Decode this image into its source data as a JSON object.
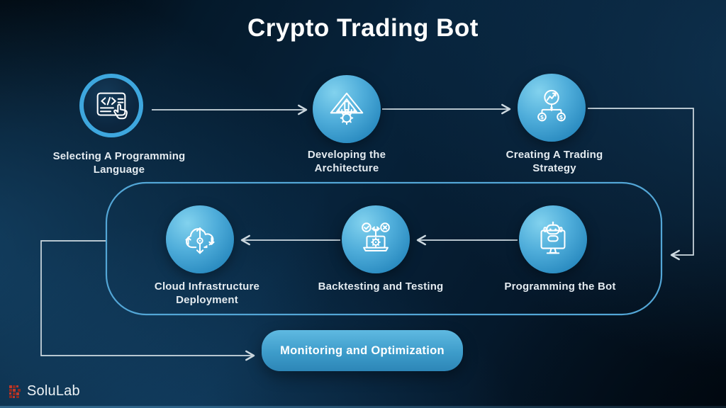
{
  "title": "Crypto Trading Bot",
  "brand": {
    "name": "SoluLab",
    "logo_icon": "solulab-pixel-logo-icon"
  },
  "flow": {
    "nodes": [
      {
        "label": "Selecting A Programming Language",
        "icon": "code-selection-icon",
        "style": "outlined"
      },
      {
        "label": "Developing the Architecture",
        "icon": "architecture-design-icon",
        "style": "filled"
      },
      {
        "label": "Creating A Trading Strategy",
        "icon": "trading-strategy-chart-dollar-icon",
        "style": "filled"
      },
      {
        "label": "Programming the Bot",
        "icon": "robot-monitor-icon",
        "style": "filled"
      },
      {
        "label": "Backtesting and Testing",
        "icon": "laptop-pass-fail-icon",
        "style": "filled"
      },
      {
        "label": "Cloud Infrastructure Deployment",
        "icon": "cloud-deployment-arrows-icon",
        "style": "filled"
      }
    ],
    "final_step": {
      "label": "Monitoring and Optimization"
    }
  },
  "colors": {
    "background_base": "#04131f",
    "node_gradient_start": "#82d2ee",
    "node_gradient_end": "#1f7db2",
    "outline_ring": "#3ea7de",
    "connector": "#cfdbe2",
    "container_border": "#53a6d6",
    "button_gradient_start": "#5fb9e1",
    "button_gradient_end": "#2d86b7",
    "title_color": "#ffffff",
    "label_color": "#e4ebf0",
    "logo_red": "#c0392b"
  }
}
